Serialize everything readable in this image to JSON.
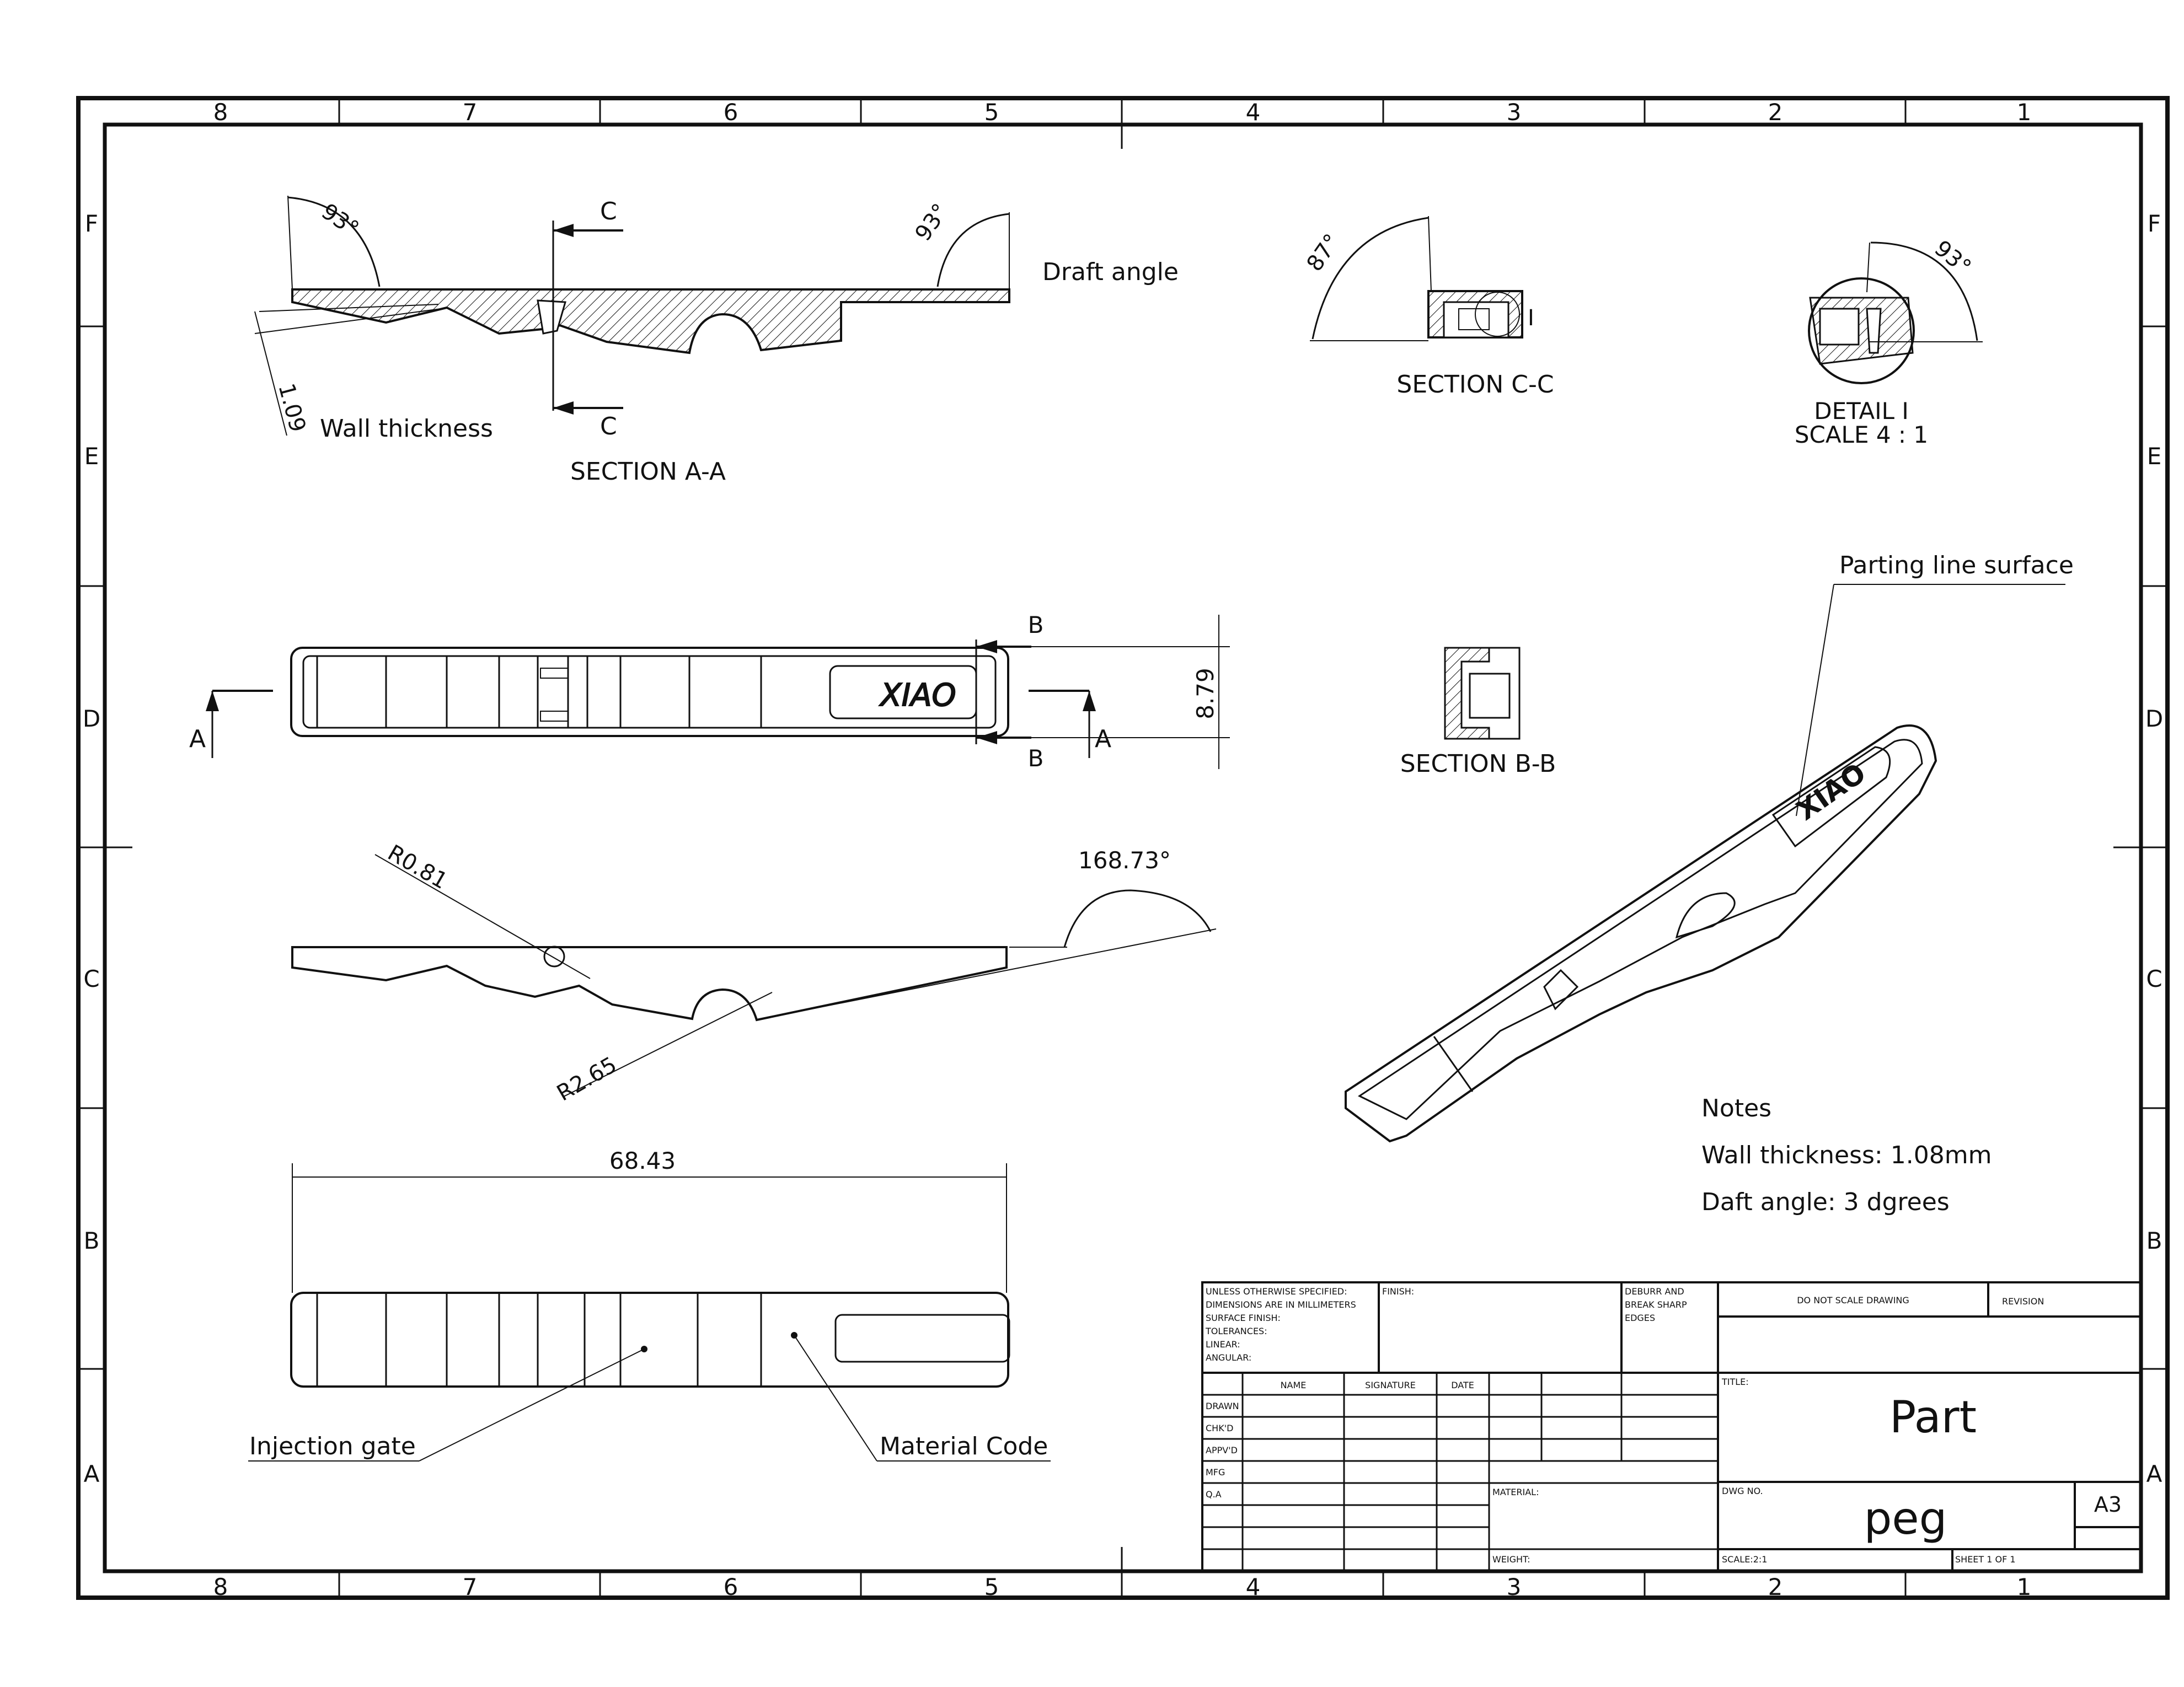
{
  "zones": {
    "columns": [
      "8",
      "7",
      "6",
      "5",
      "4",
      "3",
      "2",
      "1"
    ],
    "rows": [
      "F",
      "E",
      "D",
      "C",
      "B",
      "A"
    ]
  },
  "section_aa": {
    "angle_left": "93°",
    "angle_right": "93°",
    "cut_label": "C",
    "wall_value": "1.09",
    "wall_note": "Wall thickness",
    "draft_note": "Draft angle",
    "title": "SECTION A-A"
  },
  "section_cc": {
    "angle": "87°",
    "detail_marker": "I",
    "title": "SECTION C-C"
  },
  "detail_i": {
    "angle": "93°",
    "title": "DETAIL I",
    "scale": "SCALE 4 : 1"
  },
  "top_view": {
    "cut_a": "A",
    "cut_b": "B",
    "dim_height": "8.79",
    "logo": "XIAO"
  },
  "section_bb": {
    "title": "SECTION B-B"
  },
  "iso_view": {
    "note": "Parting line surface",
    "logo": "XIAO"
  },
  "side_view": {
    "radius_small": "R0.81",
    "radius_large": "R2.65",
    "angle": "168.73°"
  },
  "bottom_view": {
    "dim_length": "68.43",
    "gate_note": "Injection gate",
    "code_note": "Material Code"
  },
  "notes": {
    "heading": "Notes",
    "line1": "Wall thickness: 1.08mm",
    "line2": "Daft angle: 3 dgrees"
  },
  "title_block": {
    "spec_lines": [
      "UNLESS OTHERWISE SPECIFIED:",
      "DIMENSIONS ARE IN MILLIMETERS",
      "SURFACE FINISH:",
      "TOLERANCES:",
      "   LINEAR:",
      "   ANGULAR:"
    ],
    "finish": "FINISH:",
    "deburr_lines": [
      "DEBURR AND",
      "BREAK SHARP",
      "EDGES"
    ],
    "no_scale": "DO NOT SCALE DRAWING",
    "revision": "REVISION",
    "col_name": "NAME",
    "col_signature": "SIGNATURE",
    "col_date": "DATE",
    "rows": [
      "DRAWN",
      "CHK'D",
      "APPV'D",
      "MFG",
      "Q.A"
    ],
    "title_label": "TITLE:",
    "title_value": "Part",
    "material_label": "MATERIAL:",
    "dwg_label": "DWG NO.",
    "dwg_value": "peg",
    "size": "A3",
    "weight_label": "WEIGHT:",
    "scale_label": "SCALE:2:1",
    "sheet_label": "SHEET 1 OF 1"
  }
}
